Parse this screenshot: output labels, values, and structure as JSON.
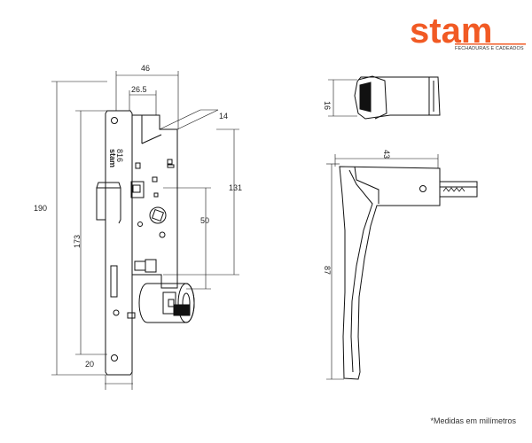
{
  "brand": {
    "name": "stam",
    "tagline": "FECHADURAS E CADEADOS",
    "color": "#f15a24"
  },
  "lock_body": {
    "faceplate_mark_line1": "stam",
    "faceplate_mark_line2": "816"
  },
  "dimensions": {
    "width_46": "46",
    "backset_26_5": "26.5",
    "depth_14": "14",
    "height_131": "131",
    "height_190": "190",
    "height_173": "173",
    "distance_50": "50",
    "faceplate_20": "20",
    "handle_16": "16",
    "handle_43": "43",
    "handle_87": "87"
  },
  "footnote": "*Medidas em milímetros"
}
